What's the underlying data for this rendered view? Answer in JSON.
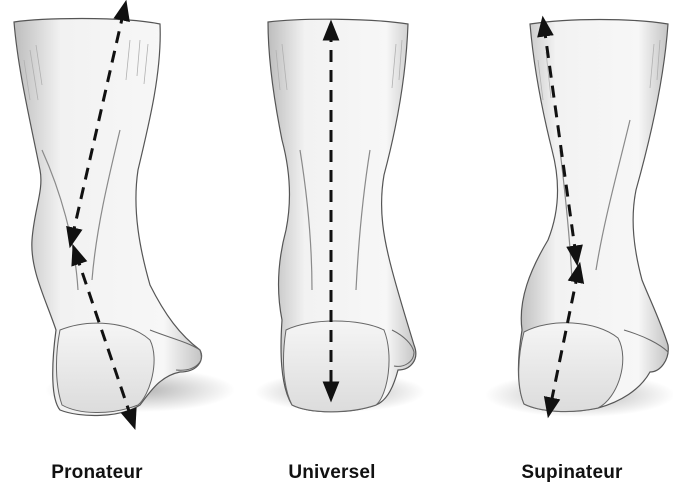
{
  "figure": {
    "panels": [
      {
        "id": "pronator",
        "label": "Pronateur",
        "icon": "foot-heel-rear-view-pronation"
      },
      {
        "id": "neutral",
        "label": "Universel",
        "icon": "foot-heel-rear-view-neutral"
      },
      {
        "id": "supinator",
        "label": "Supinateur",
        "icon": "foot-heel-rear-view-supination"
      }
    ],
    "colors": {
      "ink": "#111111",
      "shade": "#9a9a9a",
      "skin": "#f4f4f4"
    }
  }
}
